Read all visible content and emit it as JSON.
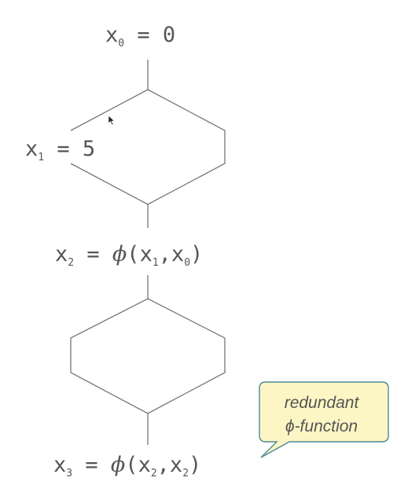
{
  "statements": {
    "s0": {
      "var": "x",
      "sub": "0",
      "op": "=",
      "rhs": "0"
    },
    "s1": {
      "var": "x",
      "sub": "1",
      "op": "=",
      "rhs": "5"
    },
    "s2": {
      "var": "x",
      "sub": "2",
      "op": "=",
      "phi": "ϕ",
      "arg1_var": "x",
      "arg1_sub": "1",
      "arg2_var": "x",
      "arg2_sub": "0"
    },
    "s3": {
      "var": "x",
      "sub": "3",
      "op": "=",
      "phi": "ϕ",
      "arg1_var": "x",
      "arg1_sub": "2",
      "arg2_var": "x",
      "arg2_sub": "2"
    }
  },
  "callout": {
    "line1": "redundant",
    "phi": "ϕ",
    "line2_suffix": "-function",
    "fill_color": "#fbf6c4",
    "stroke_color": "#4e8a9a"
  },
  "colors": {
    "text": "#555555",
    "lines": "#777777"
  }
}
